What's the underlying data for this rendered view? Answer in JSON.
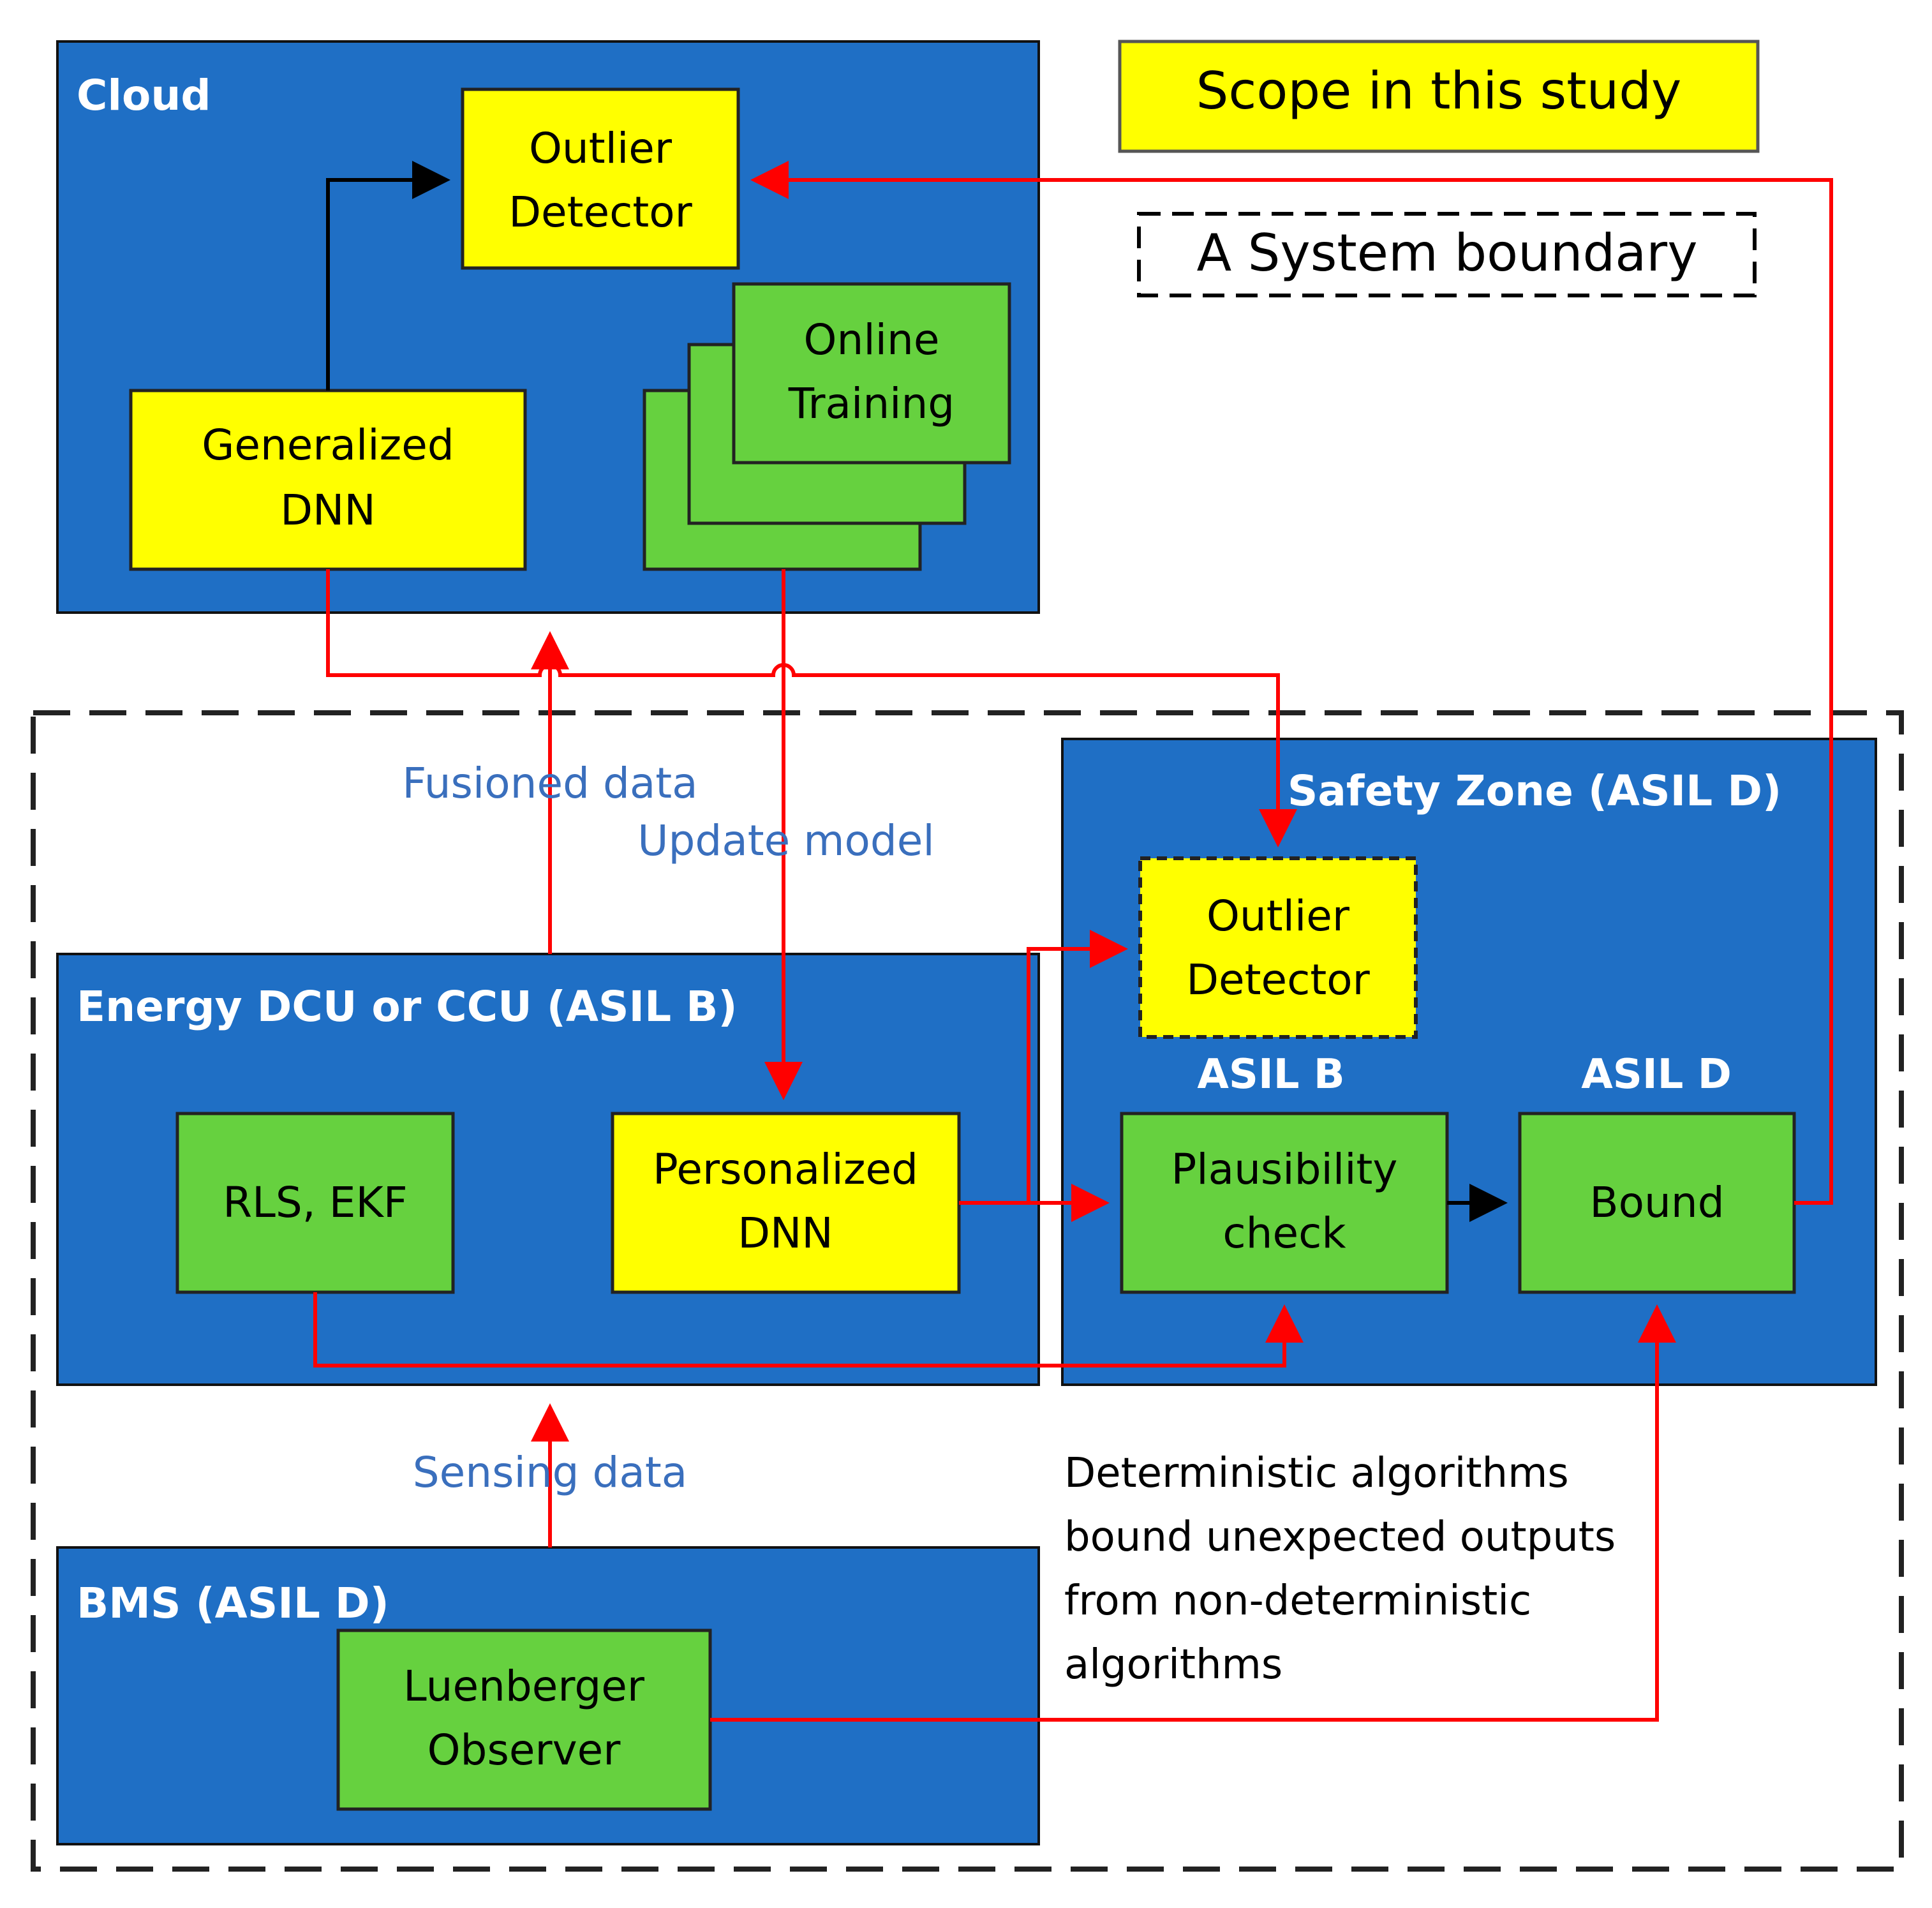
{
  "legend": {
    "scope": "Scope in this study",
    "boundary": "A System boundary"
  },
  "regions": {
    "cloud": "Cloud",
    "safety_zone": "Safety Zone (ASIL D)",
    "energy": "Energy DCU or CCU (ASIL B)",
    "bms": "BMS (ASIL D)"
  },
  "boxes": {
    "outlier_cloud": [
      "Outlier",
      "Detector"
    ],
    "generalized_dnn": [
      "Generalized",
      "DNN"
    ],
    "online_training": [
      "Online",
      "Training"
    ],
    "outlier_safety": [
      "Outlier",
      "Detector"
    ],
    "rls_ekf": [
      "RLS, EKF"
    ],
    "personalized_dnn": [
      "Personalized",
      "DNN"
    ],
    "plausibility": [
      "Plausibility",
      "check"
    ],
    "bound": [
      "Bound"
    ],
    "luenberger": [
      "Luenberger",
      "Observer"
    ]
  },
  "asil_labels": {
    "plausibility": "ASIL B",
    "bound": "ASIL D"
  },
  "flow_labels": {
    "fusioned": "Fusioned data",
    "update": "Update model",
    "sensing": "Sensing data"
  },
  "note": [
    "Deterministic algorithms",
    "bound unexpected outputs",
    "from non-deterministic",
    "algorithms"
  ],
  "colors": {
    "region_blue": "#1f6fc5",
    "scope_yellow": "#ffff00",
    "green": "#66d13f",
    "red": "#ff0000",
    "label_blue": "#3a6fbd"
  }
}
